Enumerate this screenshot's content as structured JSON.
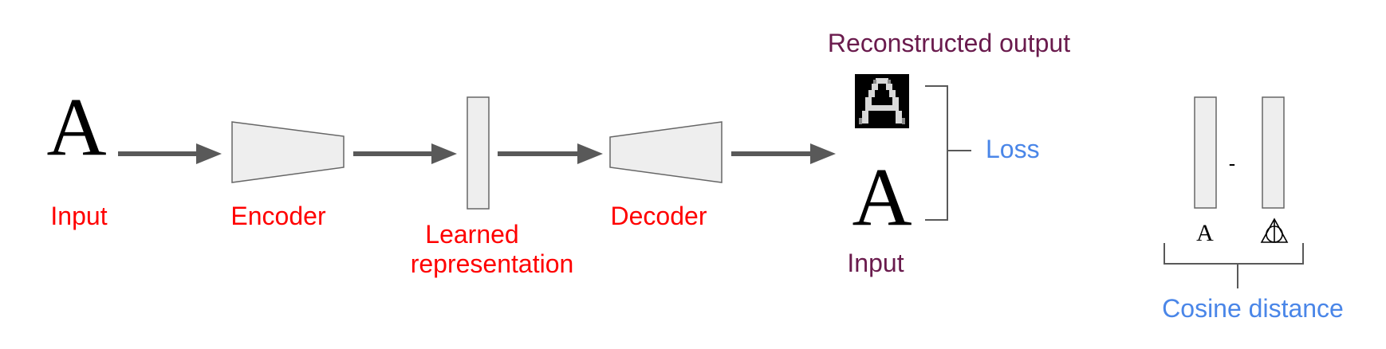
{
  "pipeline": {
    "input_glyph": "A",
    "input_label": "Input",
    "encoder_label": "Encoder",
    "representation_label_line1": "Learned",
    "representation_label_line2": "representation",
    "decoder_label": "Decoder"
  },
  "loss": {
    "reconstructed_label": "Reconstructed output",
    "input_glyph": "A",
    "input_label": "Input",
    "loss_label": "Loss"
  },
  "cosine": {
    "minus_symbol": "-",
    "glyph_left": "A",
    "cosine_label": "Cosine distance",
    "glyph_right_icon": "deathly-hallows-icon"
  },
  "colors": {
    "red_label": "#ff0000",
    "purple_label": "#6a1b4d",
    "blue_label": "#4a86e8",
    "shape_fill": "#eeeeee",
    "arrow": "#595959"
  }
}
